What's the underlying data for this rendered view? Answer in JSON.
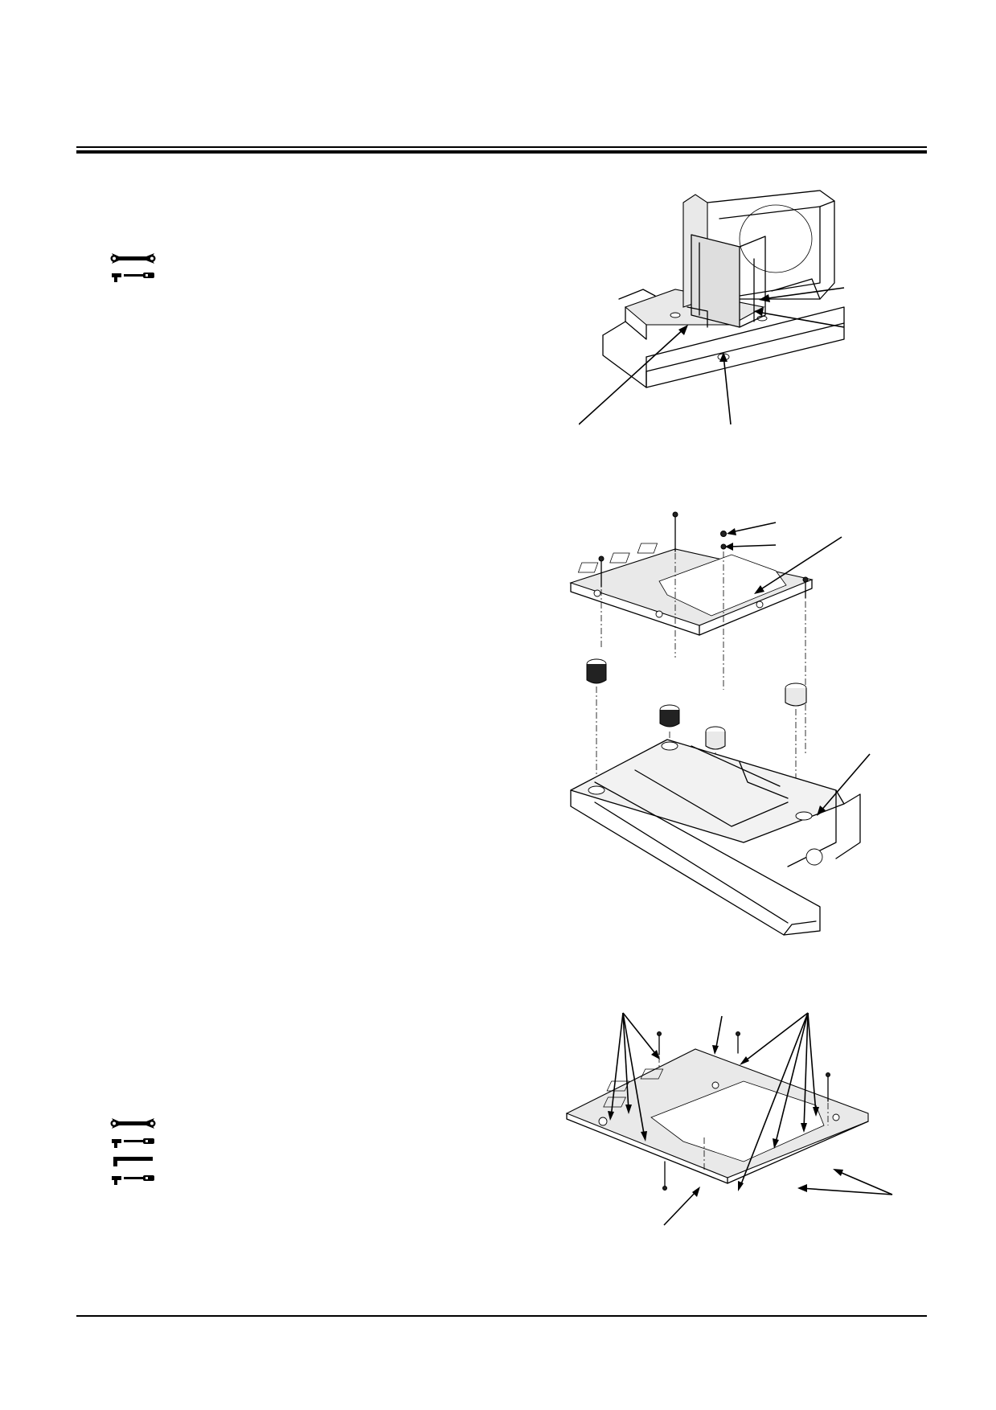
{
  "page": {
    "tool_groups": [
      {
        "icons": [
          "open-end-wrench-icon",
          "socket-wrench-icon"
        ]
      },
      {
        "icons": [
          "open-end-wrench-icon",
          "socket-wrench-icon",
          "hex-key-icon",
          "socket-wrench-icon"
        ]
      }
    ],
    "figures": [
      {
        "subject": "cab-tilt-frame-isometric"
      },
      {
        "subject": "floor-plate-mounts-exploded"
      },
      {
        "subject": "floor-plate-bolts-exploded"
      }
    ]
  }
}
